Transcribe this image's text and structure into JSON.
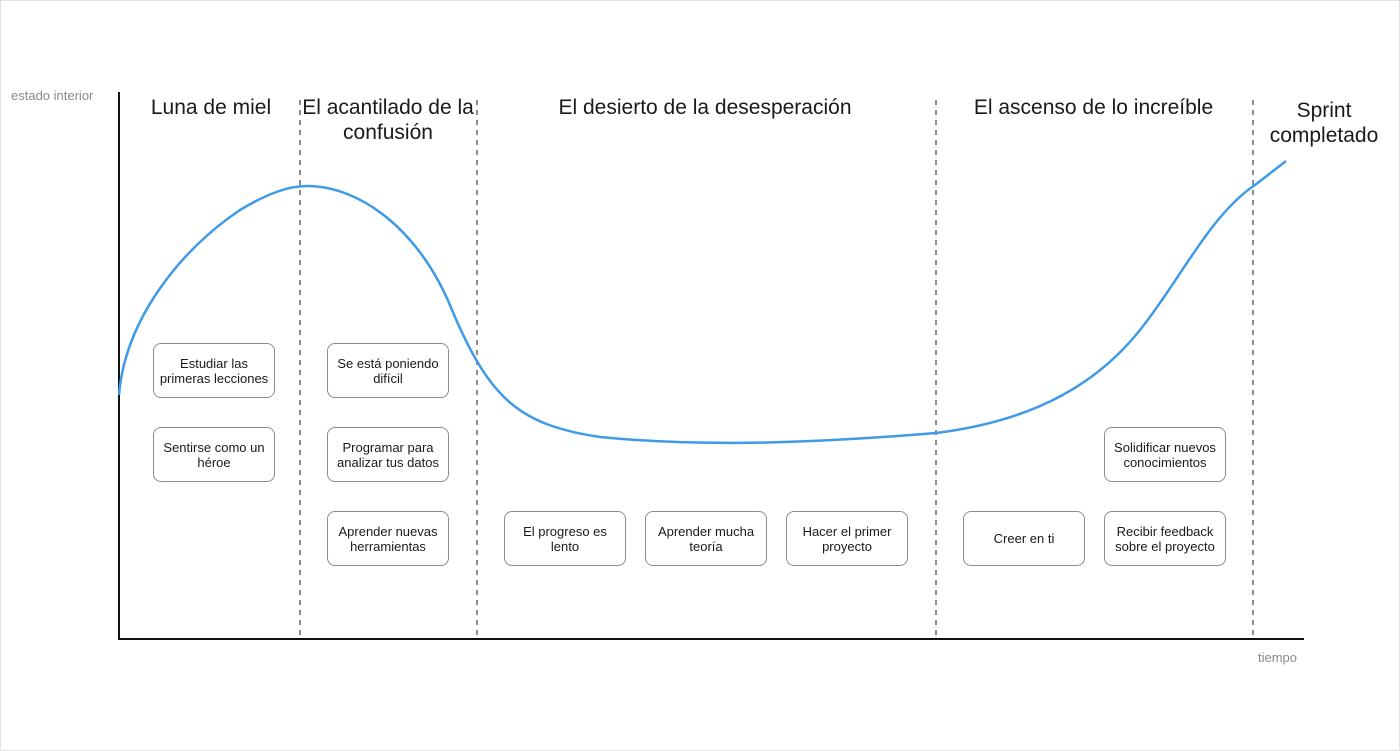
{
  "axes": {
    "y_label": "estado interior",
    "x_label": "tiempo"
  },
  "phases": [
    {
      "title": "Luna de miel",
      "cards": [
        "Estudiar las primeras lecciones",
        "Sentirse como un héroe"
      ]
    },
    {
      "title": "El acantilado de la confusión",
      "cards": [
        "Se está poniendo difícil",
        "Programar para analizar tus datos",
        "Aprender nuevas herramientas"
      ]
    },
    {
      "title": "El desierto de la desesperación",
      "cards": [
        "El progreso es lento",
        "Aprender mucha teoría",
        "Hacer el primer proyecto"
      ]
    },
    {
      "title": "El ascenso de lo increíble",
      "cards": [
        "Creer en ti",
        "Solidificar nuevos conocimientos",
        "Recibir feedback sobre el proyecto"
      ]
    },
    {
      "title": "Sprint completado",
      "cards": []
    }
  ],
  "colors": {
    "curve": "#3f9ae8",
    "axis": "#111111",
    "divider": "#8c8c8c",
    "card_border": "#8c8c8c"
  }
}
